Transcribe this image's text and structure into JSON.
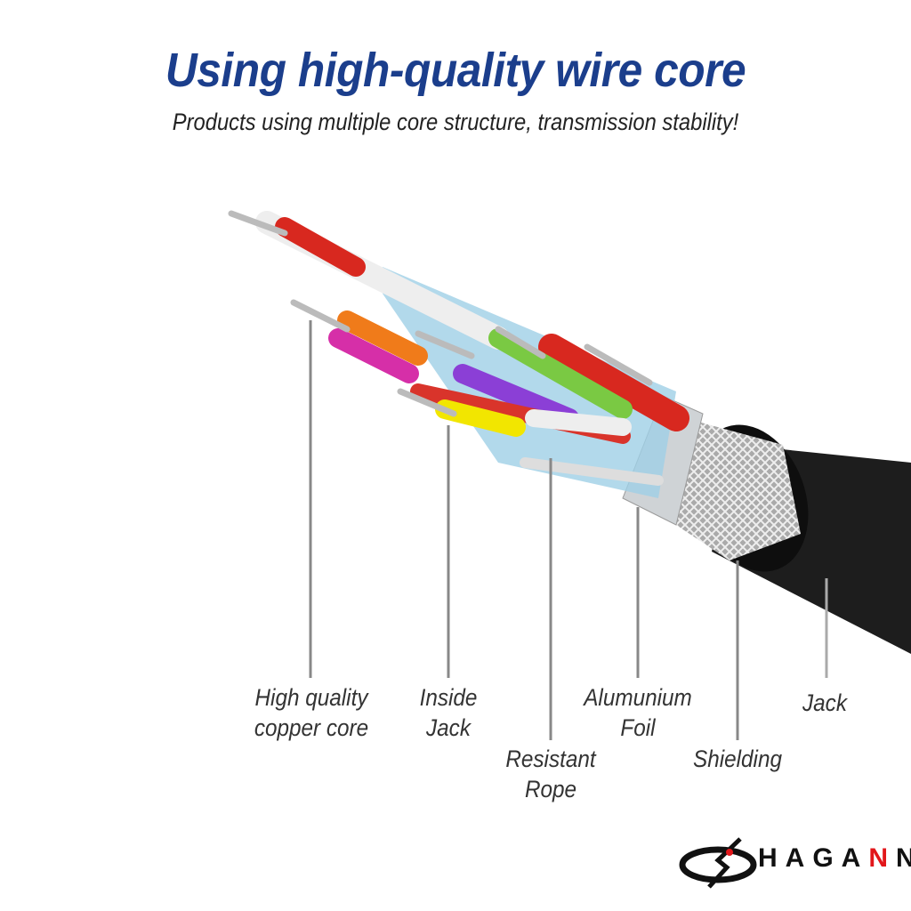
{
  "header": {
    "title": "Using high-quality wire core",
    "subtitle": "Products using multiple core structure, transmission stability!"
  },
  "labels": {
    "copper_core": [
      "High quality",
      "copper core"
    ],
    "inside_jack": [
      "Inside",
      "Jack"
    ],
    "resistant_rope": [
      "Resistant",
      "Rope"
    ],
    "aluminium_foil": [
      "Alumunium",
      "Foil"
    ],
    "shielding": [
      "Shielding"
    ],
    "jack": [
      "Jack"
    ]
  },
  "brand": {
    "name_main": "HAGA",
    "name_accent": "N",
    "name_end": "N"
  },
  "colors": {
    "title": "#1b3e8c",
    "accent": "#e2171b"
  }
}
